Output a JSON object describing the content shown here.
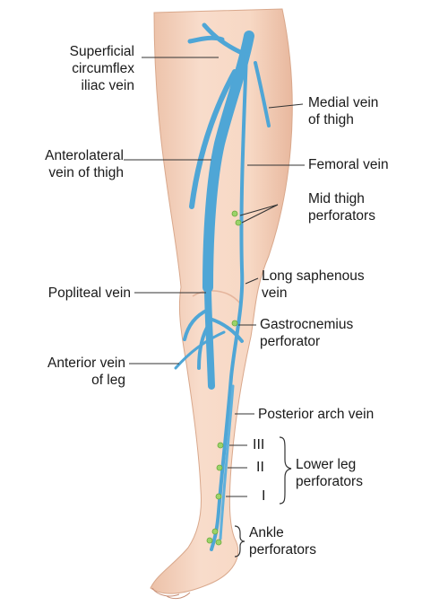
{
  "labels": {
    "superficial_circumflex": [
      "Superficial",
      "circumflex",
      "iliac vein"
    ],
    "medial_vein_thigh": [
      "Medial vein",
      "of thigh"
    ],
    "anterolateral_vein": [
      "Anterolateral",
      "vein of thigh"
    ],
    "femoral_vein": [
      "Femoral vein"
    ],
    "mid_thigh_perforators": [
      "Mid thigh",
      "perforators"
    ],
    "long_saphenous": [
      "Long saphenous",
      "vein"
    ],
    "popliteal_vein": [
      "Popliteal vein"
    ],
    "gastrocnemius": [
      "Gastrocnemius",
      "perforator"
    ],
    "anterior_vein_leg": [
      "Anterior vein",
      "of leg"
    ],
    "posterior_arch": [
      "Posterior arch vein"
    ],
    "lower_leg_perforators": [
      "Lower leg",
      "perforators"
    ],
    "ankle_perforators": [
      "Ankle",
      "perforators"
    ]
  },
  "roman_numerals": [
    "III",
    "II",
    "I"
  ],
  "colors": {
    "skin": "#f6d6c2",
    "skin_shadow": "#e9b9a0",
    "vein": "#4fa6d6",
    "vein_dark": "#2f7fb4",
    "perforator": "#9bd36a",
    "leader": "#333333"
  }
}
